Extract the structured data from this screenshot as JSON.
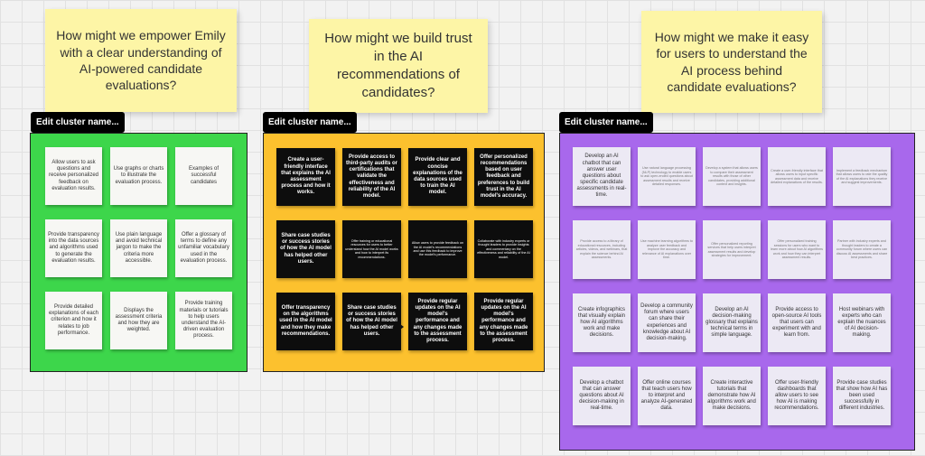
{
  "hmw_notes": [
    "How might we empower Emily with a clear understanding of AI-powered candidate evaluations?",
    "How might we build trust in the AI recommendations of candidates?",
    "How might we make it easy for users to understand the AI process behind candidate evaluations?"
  ],
  "cluster_label": "Edit cluster name...",
  "colors": {
    "green": "#3dd64b",
    "yellow": "#fcc12e",
    "purple": "#a868ec",
    "sticky": "#fdf5a6"
  },
  "clusters": {
    "green": [
      "Allow users to ask questions and receive personalized feedback on evaluation results.",
      "Use graphs or charts to illustrate the evaluation process.",
      "Examples of successful candidates",
      "Provide transparency into the data sources and algorithms used to generate the evaluation results.",
      "Use plain language and avoid technical jargon to make the criteria more accessible.",
      "Offer a glossary of terms to define any unfamiliar vocabulary used in the evaluation process.",
      "Provide detailed explanations of each criterion and how it relates to job performance.",
      "Displays the assessment criteria and how they are weighted.",
      "Provide training materials or tutorials to help users understand the AI-driven evaluation process."
    ],
    "yellow": [
      "Create a user-friendly interface that explains the AI assessment process and how it works.",
      "Provide access to third-party audits or certifications that validate the effectiveness and reliability of the AI model.",
      "Provide clear and concise explanations of the data sources used to train the AI model.",
      "Offer personalized recommendations based on user feedback and preferences to build trust in the AI model's accuracy.",
      "Share case studies or success stories of how the AI model has helped other users.",
      "Offer training or educational resources for users to better understand how the AI model works and how to interpret its recommendations.",
      "Allow users to provide feedback on the AI model's recommendations and use this feedback to improve the model's performance.",
      "Collaborate with industry experts or thought leaders to provide insights and commentary on the effectiveness and reliability of the AI model.",
      "Offer transparency on the algorithms used in the AI model and how they make recommendations.",
      "Share case studies or success stories of how the AI model has helped other users.",
      "Provide regular updates on the AI model's performance and any changes made to the assessment process.",
      "Provide regular updates on the AI model's performance and any changes made to the assessment process."
    ],
    "purple": [
      "Develop an AI chatbot that can answer user questions about specific candidate assessments in real-time.",
      "Use natural language processing (NLP) technology to enable users to ask open-ended questions about assessment results and receive detailed responses.",
      "Develop a system that allows users to compare their assessment results with those of other candidates, providing additional context and insights.",
      "Create a user-friendly interface that allows users to input specific assessment data and receive detailed explanations of the results.",
      "Implement a feedback mechanism that allows users to rate the quality of the AI explanations they receive and suggest improvements.",
      "Provide access to a library of educational resources, including articles, videos, and webinars, that explain the science behind AI assessments.",
      "Use machine learning algorithms to analyze user feedback and improve the accuracy and relevance of AI explanations over time.",
      "Offer personalized reporting services that help users interpret assessment results and develop strategies for improvement.",
      "Offer personalized training sessions for users who want to learn more about how AI algorithms work and how they can interpret assessment results.",
      "Partner with industry experts and thought leaders to create a community forum where users can discuss AI assessments and share best practices.",
      "Create infographics that visually explain how AI algorithms work and make decisions.",
      "Develop a community forum where users can share their experiences and knowledge about AI decision-making.",
      "Develop an AI decision-making glossary that explains technical terms in simple language.",
      "Provide access to open-source AI tools that users can experiment with and learn from.",
      "Host webinars with experts who can explain the nuances of AI decision-making.",
      "Develop a chatbot that can answer questions about AI decision-making in real-time.",
      "Offer online courses that teach users how to interpret and analyze AI-generated data.",
      "Create interactive tutorials that demonstrate how AI algorithms work and make decisions.",
      "Offer user-friendly dashboards that allow users to see how AI is making recommendations.",
      "Provide case studies that show how AI has been used successfully in different industries."
    ]
  }
}
